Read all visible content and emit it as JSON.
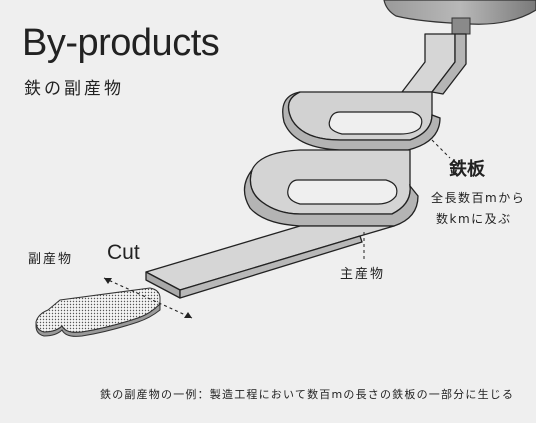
{
  "title": "By-products",
  "subtitle": "鉄の副産物",
  "labels": {
    "steel_sheet": "鉄板",
    "length_line1": "全長数百mから",
    "length_line2": "数kmに及ぶ",
    "main_product": "主産物",
    "by_product": "副産物",
    "cut": "Cut"
  },
  "caption": "鉄の副産物の一例：製造工程において数百mの長さの鉄板の一部分に生じる",
  "colors": {
    "background": "#efefef",
    "sheet_top": "#d4d4d4",
    "sheet_side": "#b8b8b8",
    "outline": "#222222",
    "roller": "#8c8c8c"
  },
  "icons": [
    "roller-icon",
    "cut-arrow-icon"
  ]
}
